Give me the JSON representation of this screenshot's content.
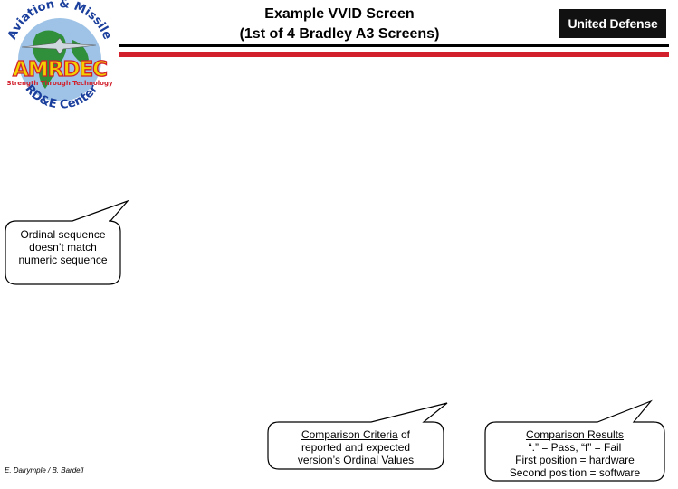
{
  "header": {
    "title_line1": "Example VVID Screen",
    "title_line2": "(1st of 4 Bradley A3 Screens)",
    "partner_logo_text": "United Defense"
  },
  "amrdec_logo": {
    "top_arc": "Aviation & Missile",
    "name": "AMRDEC",
    "tagline": "Strength Through Technology",
    "bottom_arc": "RD&E Center"
  },
  "callouts": {
    "ordinal": {
      "line1": "Ordinal sequence",
      "line2": "doesn’t match",
      "line3": "numeric sequence"
    },
    "criteria": {
      "heading": "Comparison Criteria",
      "heading_suffix": " of",
      "line2": "reported and expected",
      "line3": "version’s Ordinal Values"
    },
    "results": {
      "heading": "Comparison Results",
      "line2": "“.” = Pass, “f” = Fail",
      "line3": "First position = hardware",
      "line4": "Second position = software"
    }
  },
  "footer": {
    "author": "E. Dalrymple / B. Bardell"
  },
  "colors": {
    "accent_red": "#d2202c",
    "logo_blue": "#1b3f9c",
    "logo_red": "#d2202c",
    "logo_yellow": "#f4d000",
    "logo_green": "#2f8f3a"
  }
}
